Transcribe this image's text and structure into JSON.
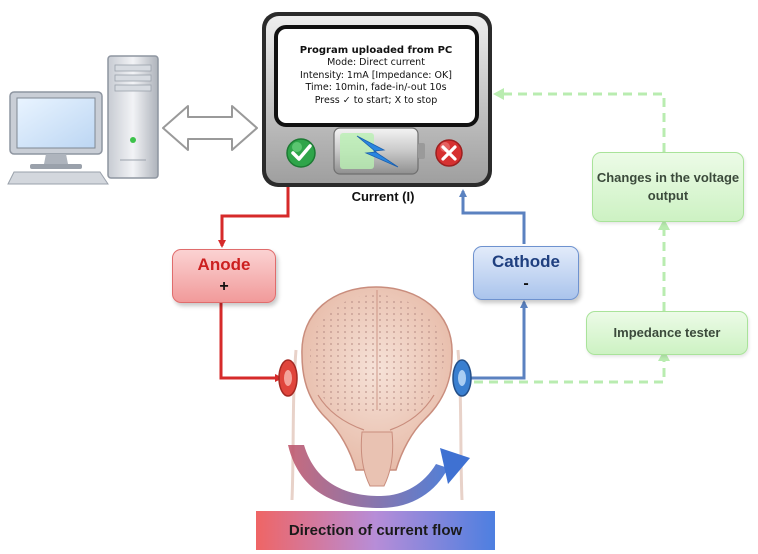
{
  "device": {
    "screen_lines": [
      "Program uploaded  from PC",
      "Mode: Direct current",
      "Intensity: 1mA  [Impedance: OK]",
      "Time: 10min, fade-in/-out 10s",
      "Press  ✓ to start; X to stop"
    ],
    "start_icon": "check-icon",
    "stop_icon": "x-icon",
    "battery_icon": "battery-lightning-icon"
  },
  "labels": {
    "current": "Current (I)",
    "anode": "Anode",
    "anode_sign": "+",
    "cathode": "Cathode",
    "cathode_sign": "-",
    "voltage_output": "Changes in the voltage output",
    "impedance_tester": "Impedance tester",
    "current_flow": "Direction of current flow"
  },
  "colors": {
    "anode_wire": "#d62a2a",
    "cathode_wire": "#5b82c0",
    "feedback_dashed": "#b9ecb0",
    "device_frame": "#2b2b2b",
    "anode_electrode": "#e0453c",
    "cathode_electrode": "#3a7fd0"
  }
}
